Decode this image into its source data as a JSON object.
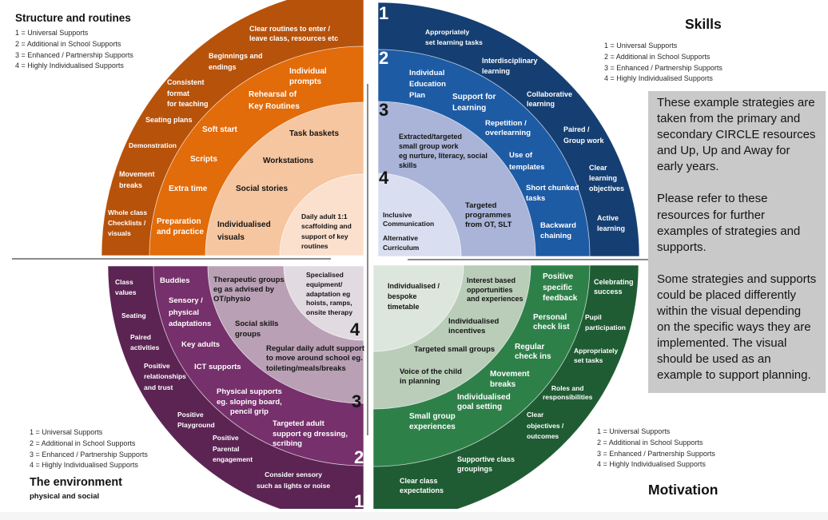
{
  "colors": {
    "background": "#ffffff",
    "divider": "#8a8a8a",
    "info_box_bg": "#c9c9c9",
    "label_light": "#ffffff",
    "label_dark": "#141414",
    "structure_rings": [
      "#b7520b",
      "#e26b0a",
      "#f6c6a0",
      "#fbe0ce"
    ],
    "skills_rings": [
      "#153f72",
      "#1e5ba5",
      "#a9b4d8",
      "#d9def0"
    ],
    "environment_rings": [
      "#5b2453",
      "#76306b",
      "#b9a0b5",
      "#e2dae1"
    ],
    "motivation_rings": [
      "#1f5c33",
      "#2e8049",
      "#b9cdb9",
      "#dde6dc"
    ]
  },
  "legend": [
    "1 = Universal Supports",
    "2 = Additional in School Supports",
    "3 = Enhanced / Partnership Supports",
    "4 = Highly Individualised Supports"
  ],
  "quadrants": {
    "structure": {
      "title": "Structure and routines",
      "labels": [
        "Clear routines to enter /\nleave class, resources etc",
        "Beginnings and\nendings",
        "Individual\nprompts",
        "Consistent\nformat\nfor teaching",
        "Rehearsal of\nKey Routines",
        "Seating plans",
        "Soft start",
        "Task baskets",
        "Demonstration",
        "Scripts",
        "Workstations",
        "Movement\nbreaks",
        "Extra time",
        "Social stories",
        "Whole class\nChecklists /\nvisuals",
        "Preparation\nand practice",
        "Individualised\nvisuals",
        "Daily adult 1:1\nscaffolding and\nsupport of key\nroutines"
      ]
    },
    "skills": {
      "title": "Skills",
      "ring_numbers": [
        "1",
        "2",
        "3",
        "4"
      ],
      "labels": [
        "Appropriately\nset learning tasks",
        "Interdisciplinary\nlearning",
        "Individual\nEducation\nPlan",
        "Support for\nLearning",
        "Collaborative\nlearning",
        "Repetition /\noverlearning",
        "Extracted/targeted\nsmall group work\neg nurture, literacy, social\nskills",
        "Paired /\nGroup work",
        "Use of\ntemplates",
        "Clear\nlearning\nobjectives",
        "Short chunked\ntasks",
        "Targeted\nprogrammes\nfrom OT, SLT",
        "Inclusive\nCommunication",
        "Active\nlearning",
        "Backward\nchaining",
        "Alternative\nCurriculum"
      ]
    },
    "environment": {
      "title": "The environment",
      "subtitle": "physical and social",
      "ring_numbers": [
        "1",
        "2",
        "3",
        "4"
      ],
      "labels": [
        "Class\nvalues",
        "Buddies",
        "Therapeutic groups\neg as advised by\nOT/physio",
        "Specialised\nequipment/\nadaptation eg\nhoists, ramps,\nonsite therapy",
        "Sensory /\nphysical\nadaptations",
        "Seating",
        "Social skills\ngroups",
        "Paired\nactivities",
        "Key adults",
        "Regular daily adult support\nto move around school eg.\ntoileting/meals/breaks",
        "Positive\nrelationships\nand trust",
        "ICT supports",
        "Physical supports\neg. sloping board,\npencil grip",
        "Positive\nPlayground",
        "Targeted adult\nsupport eg dressing,\nscribing",
        "Positive\nParental\nengagement",
        "Consider sensory\nsuch as lights or noise"
      ]
    },
    "motivation": {
      "title": "Motivation",
      "labels": [
        "Individualised /\nbespoke\ntimetable",
        "Interest based\nopportunities\nand experiences",
        "Positive\nspecific\nfeedback",
        "Celebrating\nsuccess",
        "Individualised\nincentives",
        "Personal\ncheck list",
        "Pupil\nparticipation",
        "Targeted small groups",
        "Regular\ncheck ins",
        "Appropriately\nset tasks",
        "Voice of the child\nin planning",
        "Movement\nbreaks",
        "Roles and\nresponsibilities",
        "Individualised\ngoal setting",
        "Clear\nobjectives /\noutcomes",
        "Small group\nexperiences",
        "Supportive class\ngroupings",
        "Clear class\nexpectations"
      ]
    }
  },
  "info_box": {
    "paragraphs": [
      "These example strategies are\ntaken from the primary and\nsecondary CIRCLE resources\nand Up, Up and Away for\nearly years.",
      "Please refer to these\nresources for further\nexamples of strategies and\nsupports.",
      "Some strategies and supports\ncould be placed differently\nwithin the visual depending\non the specific ways they are\nimplemented. The visual\nshould be used as an\nexample to support planning."
    ]
  }
}
